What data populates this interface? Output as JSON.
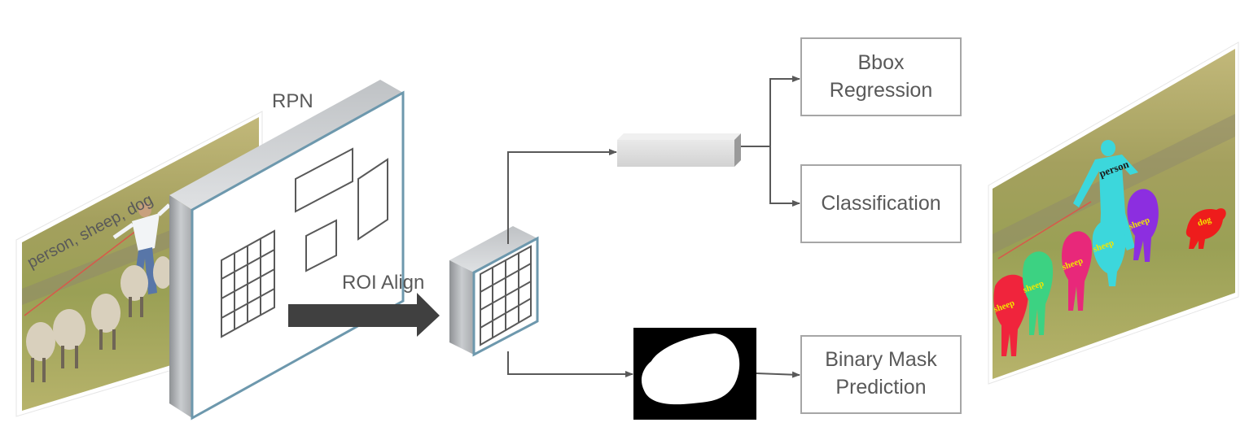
{
  "labels": {
    "rpn": "RPN",
    "roi_align": "ROI Align",
    "bbox_regression": [
      "Bbox",
      "Regression"
    ],
    "classification": "Classification",
    "binary_mask_prediction": [
      "Binary Mask",
      "Prediction"
    ],
    "input_caption": "person, sheep, dog"
  },
  "output_tags": {
    "person": "person",
    "sheep": "sheep",
    "dog": "dog"
  },
  "colors": {
    "text": "#595959",
    "box_border": "#a6a6a6",
    "arrow": "#595959",
    "big_arrow": "#404040",
    "panel_face": "#ffffff",
    "panel_side": "#b8bbbe",
    "panel_edge_blue": "#6d98ad",
    "grass": "#b5ab5a",
    "sky_field": "#a8a56c",
    "mask_bg": "#000000",
    "mask_fg": "#ffffff",
    "seg_red": "#f0243c",
    "seg_green": "#3cd282",
    "seg_magenta": "#e8287a",
    "seg_cyan": "#3cd7dc",
    "seg_purple": "#8c2ee0",
    "seg_red_dog": "#ee1c1c",
    "seg_text_yellow": "#f2e600"
  }
}
